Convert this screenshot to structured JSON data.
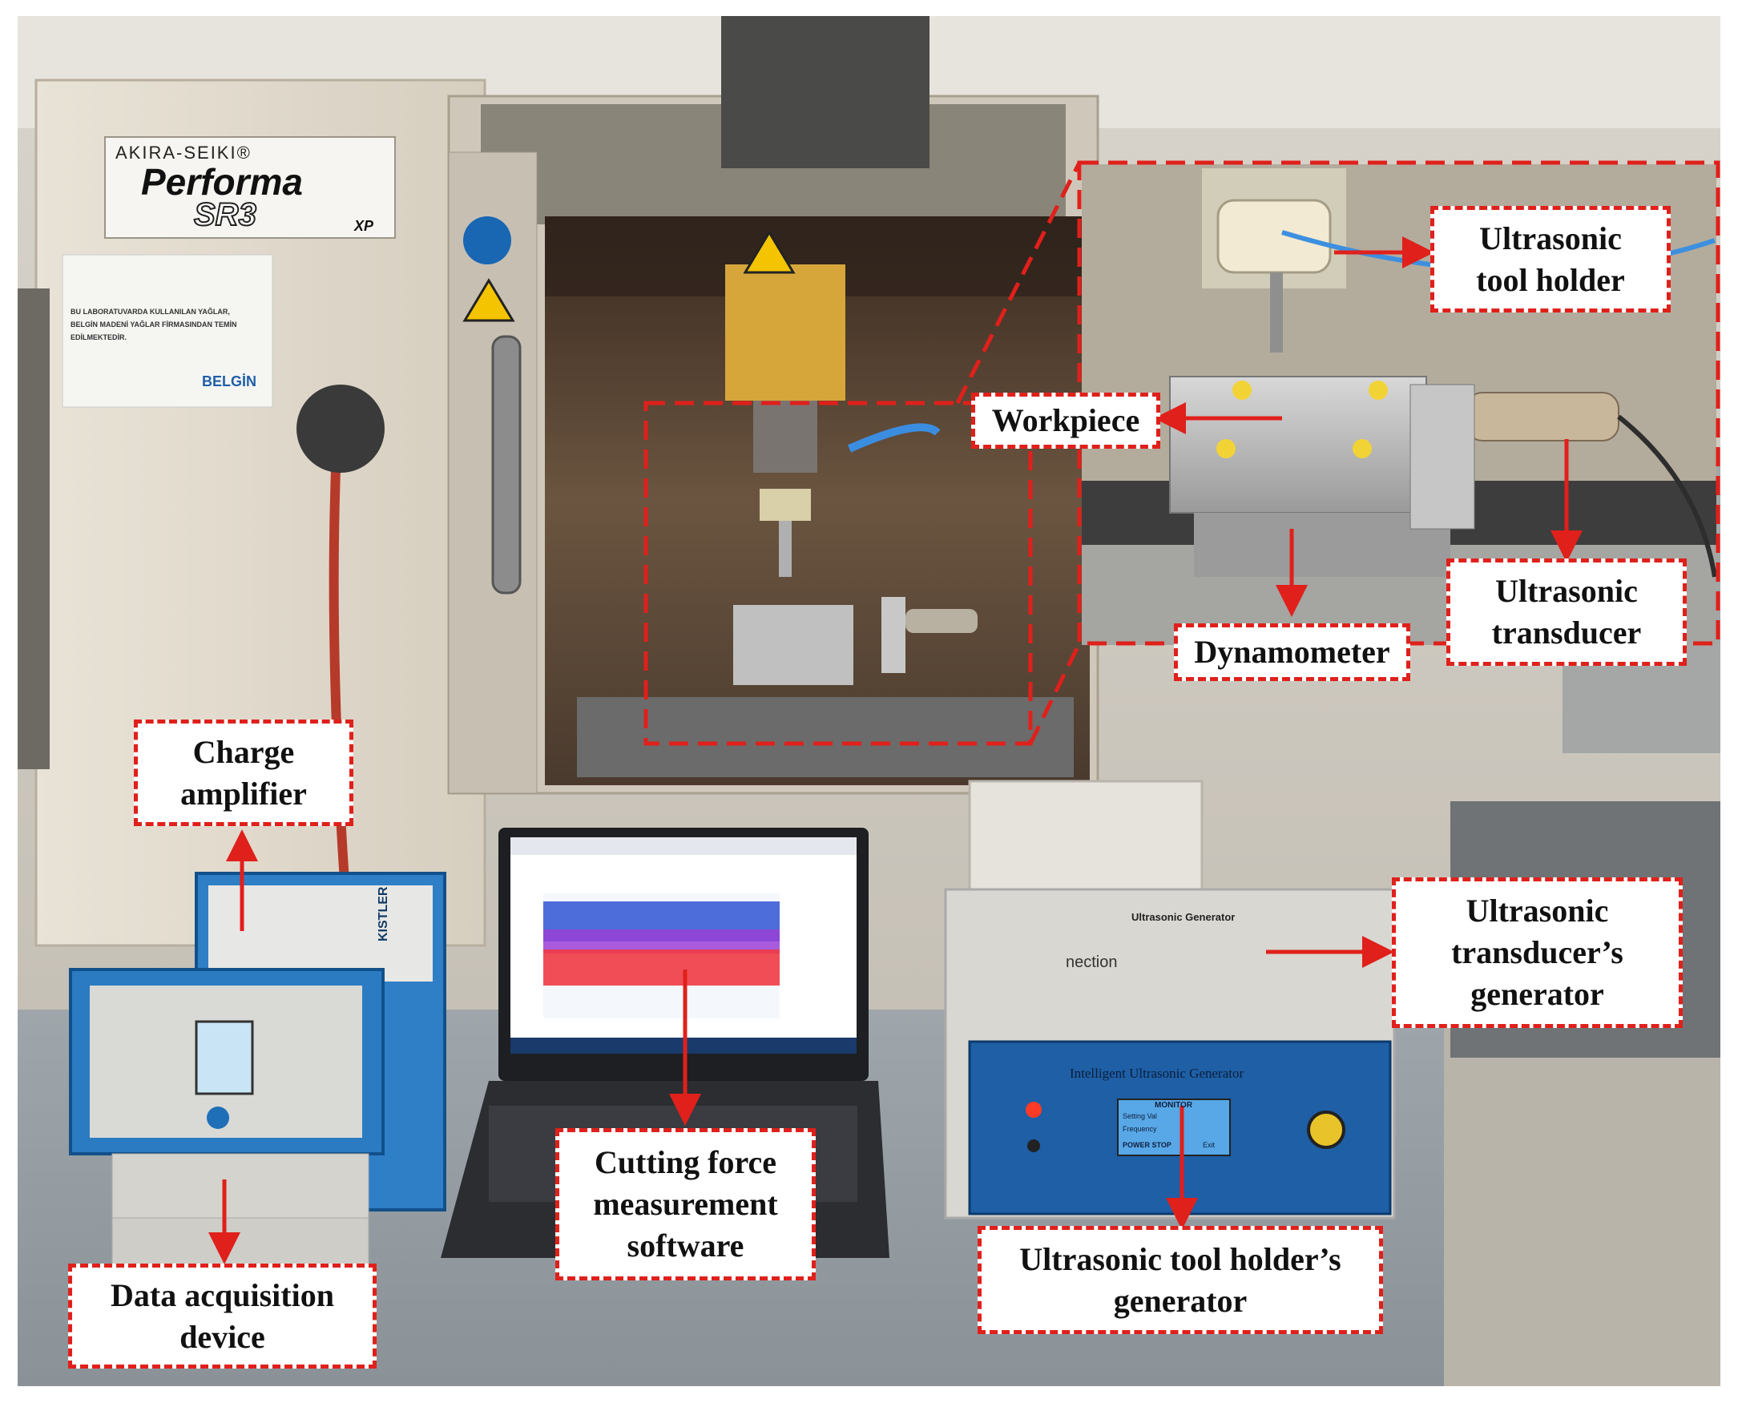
{
  "colors": {
    "annotation_red": "#e0201b",
    "machine_beige": "#e4ddd0",
    "device_blue": "#1f6fb8"
  },
  "machine_logo": {
    "brand": "AKIRA-SEIKI®",
    "model": "Performa",
    "series": "SR3",
    "suffix": "XP"
  },
  "lab_notice": {
    "lines": [
      "BU LABORATUVARDA KULLANILAN YAĞLAR,",
      "BELGİN MADENİ YAĞLAR FİRMASINDAN TEMİN",
      "EDİLMEKTEDİR."
    ],
    "brand": "BELGİN"
  },
  "device_texts": {
    "transducer_generator_title": "Ultrasonic Generator",
    "transducer_generator_brand": "nection",
    "tool_holder_generator_title": "Intelligent Ultrasonic Generator",
    "tool_holder_generator_screen": [
      "MONITOR",
      "Setting Val",
      "Frequency",
      "POWER STOP",
      "Exit"
    ],
    "amplifier_brand": "KISTLER"
  },
  "labels": {
    "ultrasonic_tool_holder": "Ultrasonic\ntool holder",
    "workpiece": "Workpiece",
    "ultrasonic_transducer": "Ultrasonic\ntransducer",
    "dynamometer": "Dynamometer",
    "charge_amplifier": "Charge\namplifier",
    "transducer_generator": "Ultrasonic\ntransducer’s\ngenerator",
    "cutting_force_software": "Cutting force\nmeasurement\nsoftware",
    "data_acquisition": "Data acquisition\ndevice",
    "tool_holder_generator": "Ultrasonic tool holder’s\ngenerator"
  }
}
